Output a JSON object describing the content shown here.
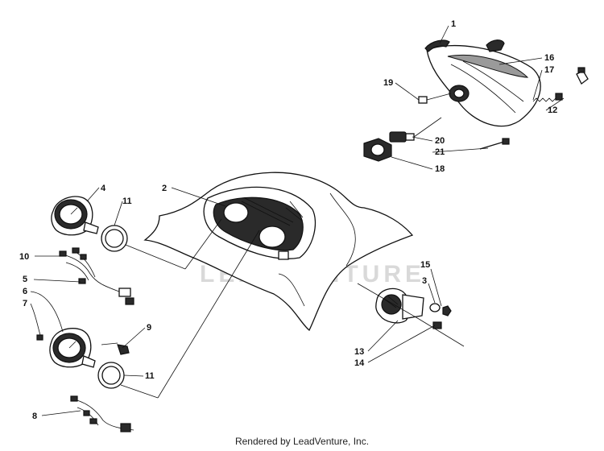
{
  "watermark": "LEADVENTURE",
  "footer": "Rendered by LeadVenture, Inc.",
  "callouts": {
    "c1": "1",
    "c16": "16",
    "c17": "17",
    "c19": "19",
    "c12": "12",
    "c20": "20",
    "c21": "21",
    "c18": "18",
    "c2": "2",
    "c4": "4",
    "c11a": "11",
    "c10": "10",
    "c5": "5",
    "c6": "6",
    "c7": "7",
    "c9": "9",
    "c11b": "11",
    "c8": "8",
    "c15": "15",
    "c3": "3",
    "c13": "13",
    "c14": "14"
  }
}
